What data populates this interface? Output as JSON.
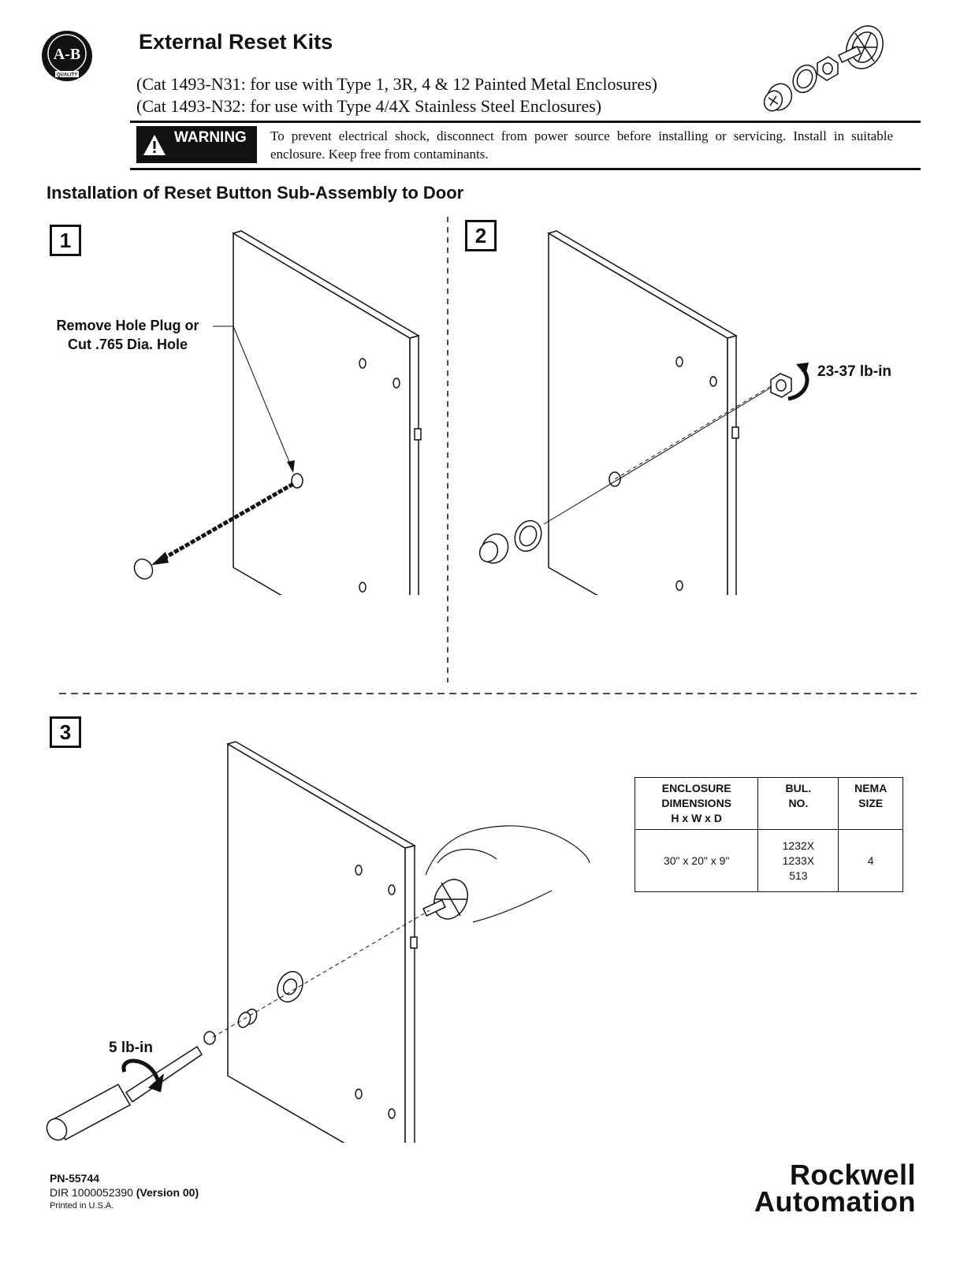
{
  "header": {
    "title": "External Reset Kits",
    "cat_line_1": "(Cat 1493-N31: for use with Type 1, 3R, 4 & 12 Painted Metal Enclosures)",
    "cat_line_2": "(Cat 1493-N32: for use with Type 4/4X Stainless Steel Enclosures)"
  },
  "logo": {
    "text": "A-B",
    "subtext": "QUALITY"
  },
  "warning": {
    "label": "WARNING",
    "text": "To prevent electrical shock, disconnect from power source before installing or servicing. Install in suitable enclosure. Keep free from contaminants."
  },
  "section_heading": "Installation of Reset Button Sub-Assembly to Door",
  "steps": {
    "step1": {
      "number": "1",
      "callout_line1": "Remove Hole Plug or",
      "callout_line2": "Cut .765 Dia. Hole"
    },
    "step2": {
      "number": "2",
      "torque": "23-37 lb-in"
    },
    "step3": {
      "number": "3",
      "torque": "5 lb-in"
    }
  },
  "table": {
    "headers": [
      [
        "ENCLOSURE",
        "DIMENSIONS",
        "H x W x D"
      ],
      [
        "BUL.",
        "NO."
      ],
      [
        "NEMA",
        "SIZE"
      ]
    ],
    "row": {
      "dimensions": "30\" x 20\" x 9\"",
      "bul_no": [
        "1232X",
        "1233X",
        "513"
      ],
      "nema_size": "4"
    }
  },
  "footer": {
    "pn": "PN-55744",
    "dir": "DIR 1000052390",
    "version": "(Version 00)",
    "printed": "Printed in U.S.A."
  },
  "brand": {
    "line1": "Rockwell",
    "line2": "Automation"
  }
}
